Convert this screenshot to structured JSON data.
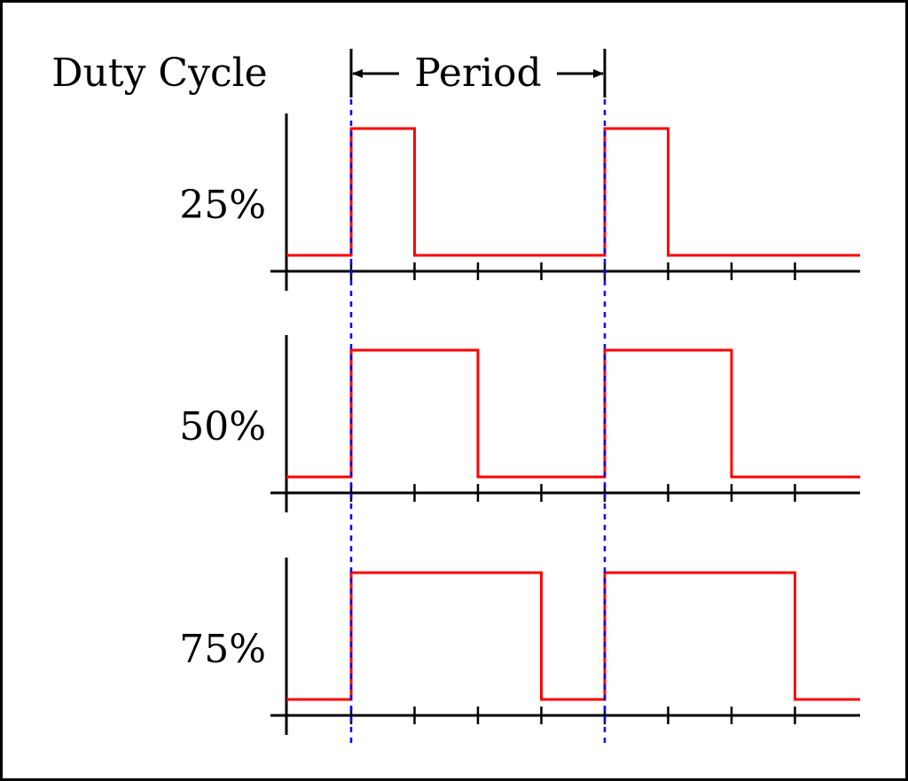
{
  "header": {
    "duty_cycle_label": "Duty Cycle",
    "period_label": "Period"
  },
  "diagram": {
    "period_ticks": 4,
    "ticks_shown": 8,
    "waveforms": [
      {
        "label": "25%",
        "duty": 0.25
      },
      {
        "label": "50%",
        "duty": 0.5
      },
      {
        "label": "75%",
        "duty": 0.75
      }
    ]
  },
  "colors": {
    "waveform": "#ff0000",
    "period_marker": "#0000ff",
    "axis": "#000000",
    "border": "#000000",
    "background": "#ffffff"
  }
}
